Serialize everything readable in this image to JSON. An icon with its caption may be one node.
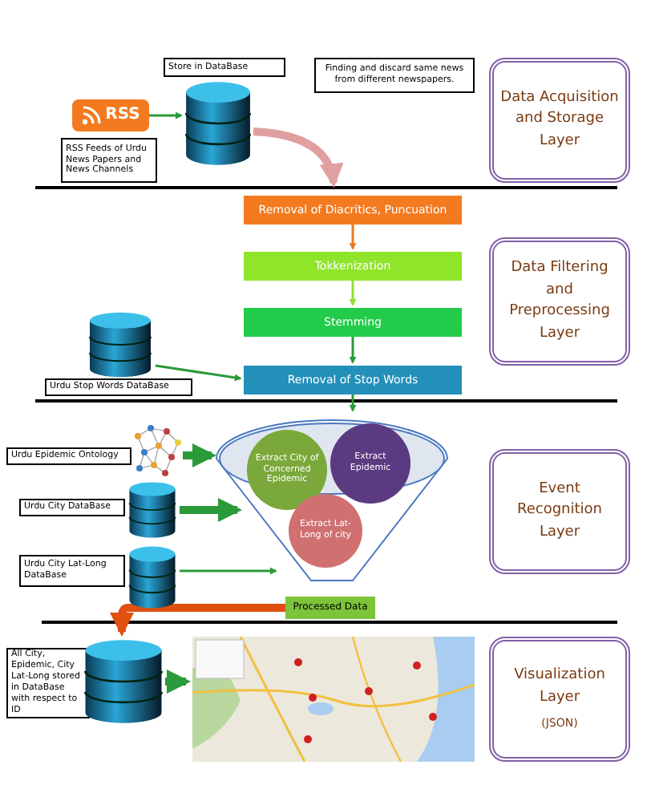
{
  "diagram": {
    "nodes": [
      {
        "text": [
          "RSS"
        ],
        "beside": [
          "RSS Feeds of Urdu News Papers and News Channels"
        ]
      },
      {
        "text": [],
        "shape": "cylinder",
        "beside": [
          "Store in DataBase"
        ]
      },
      {
        "text": [
          "Finding and discard same news from different newspapers."
        ]
      },
      {
        "text": [
          "Data Acquisition and Storage Layer"
        ]
      },
      {
        "text": [
          "Removal of Diacritics, Puncuation"
        ]
      },
      {
        "text": [
          "Tokkenization"
        ]
      },
      {
        "text": [
          "Stemming"
        ]
      },
      {
        "text": [
          "Data Filtering and Preprocessing Layer"
        ]
      },
      {
        "text": [],
        "shape": "cylinder",
        "beside": [
          "Urdu Stop Words DataBase"
        ]
      },
      {
        "text": [
          "Removal of Stop Words"
        ]
      },
      {
        "text": [],
        "shape": "network",
        "beside": [
          "Urdu Epidemic Ontology"
        ]
      },
      {
        "text": [],
        "shape": "funnel"
      },
      {
        "text": [
          "Extract City of Concerned Epidemic"
        ],
        "in": 11
      },
      {
        "text": [
          "Extract Epidemic"
        ],
        "in": 11
      },
      {
        "text": [
          "Extract Lat-Long of city"
        ],
        "in": 11
      },
      {
        "text": [
          "Event Recognition Layer"
        ]
      },
      {
        "text": [],
        "shape": "cylinder",
        "beside": [
          "Urdu City DataBase"
        ]
      },
      {
        "text": [],
        "shape": "cylinder",
        "beside": [
          "Urdu City Lat-Long DataBase"
        ]
      },
      {
        "text": [
          "Processed Data"
        ]
      },
      {
        "text": [],
        "shape": "cylinder",
        "beside": [
          "All City, Epidemic, City Lat-Long stored in DataBase with respect to ID"
        ]
      },
      {
        "text": [],
        "shape": "picture"
      },
      {
        "text": [
          "Visualization Layer",
          "(JSON)"
        ]
      }
    ],
    "edges": [
      {
        "from": 0,
        "to": 1,
        "arrow": "to"
      },
      {
        "from": 1,
        "to": 4,
        "arrow": "to",
        "style": "thick",
        "color": "#e0a0a0"
      },
      {
        "from": 4,
        "to": 5,
        "arrow": "to",
        "color": "#f07820"
      },
      {
        "from": 5,
        "to": 6,
        "arrow": "to",
        "color": "#90e030"
      },
      {
        "from": 6,
        "to": 9,
        "arrow": "to"
      },
      {
        "from": 8,
        "to": 9,
        "arrow": "to"
      },
      {
        "from": 9,
        "to": 11,
        "arrow": "to"
      },
      {
        "from": 10,
        "to": 11,
        "arrow": "to",
        "style": "thick"
      },
      {
        "from": 16,
        "to": 11,
        "arrow": "to",
        "style": "thick"
      },
      {
        "from": 17,
        "to": 11,
        "arrow": "to"
      },
      {
        "from": 18,
        "to": 19,
        "arrow": "to",
        "style": "thick",
        "color": "#e05010"
      },
      {
        "from": 19,
        "to": 20,
        "arrow": "to",
        "style": "thick"
      }
    ]
  }
}
